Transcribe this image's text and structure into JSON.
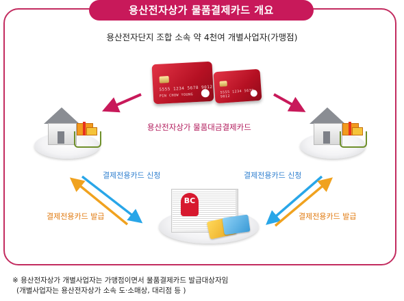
{
  "title": "용산전자상가 물품결제카드 개요",
  "subtitle": "용산전자단지 조합 소속 약 4천여 개별사업자(가맹점)",
  "center_label": "용산전자상가 물품대금결제카드",
  "card_numbers": "5555 1234 5678 9012",
  "card_name": "PIN CHOW YOUNG",
  "left": {
    "apply_label": "결제전용카드 신청",
    "issue_label": "결제전용카드 발급"
  },
  "right": {
    "apply_label": "결제전용카드 신청",
    "issue_label": "결제전용카드 발급"
  },
  "bank_badge": "BC",
  "notes": [
    "※ 용산전자상가 개별사업자는 가맹점이면서 물품결제카드 발급대상자임",
    "(개별사업자는 용산전자상가 소속 도·소매상, 대리점 등 )"
  ],
  "colors": {
    "accent": "#c8195a",
    "blue": "#29a6e8",
    "orange": "#f0a21f",
    "card_red": "#c61a2d"
  }
}
